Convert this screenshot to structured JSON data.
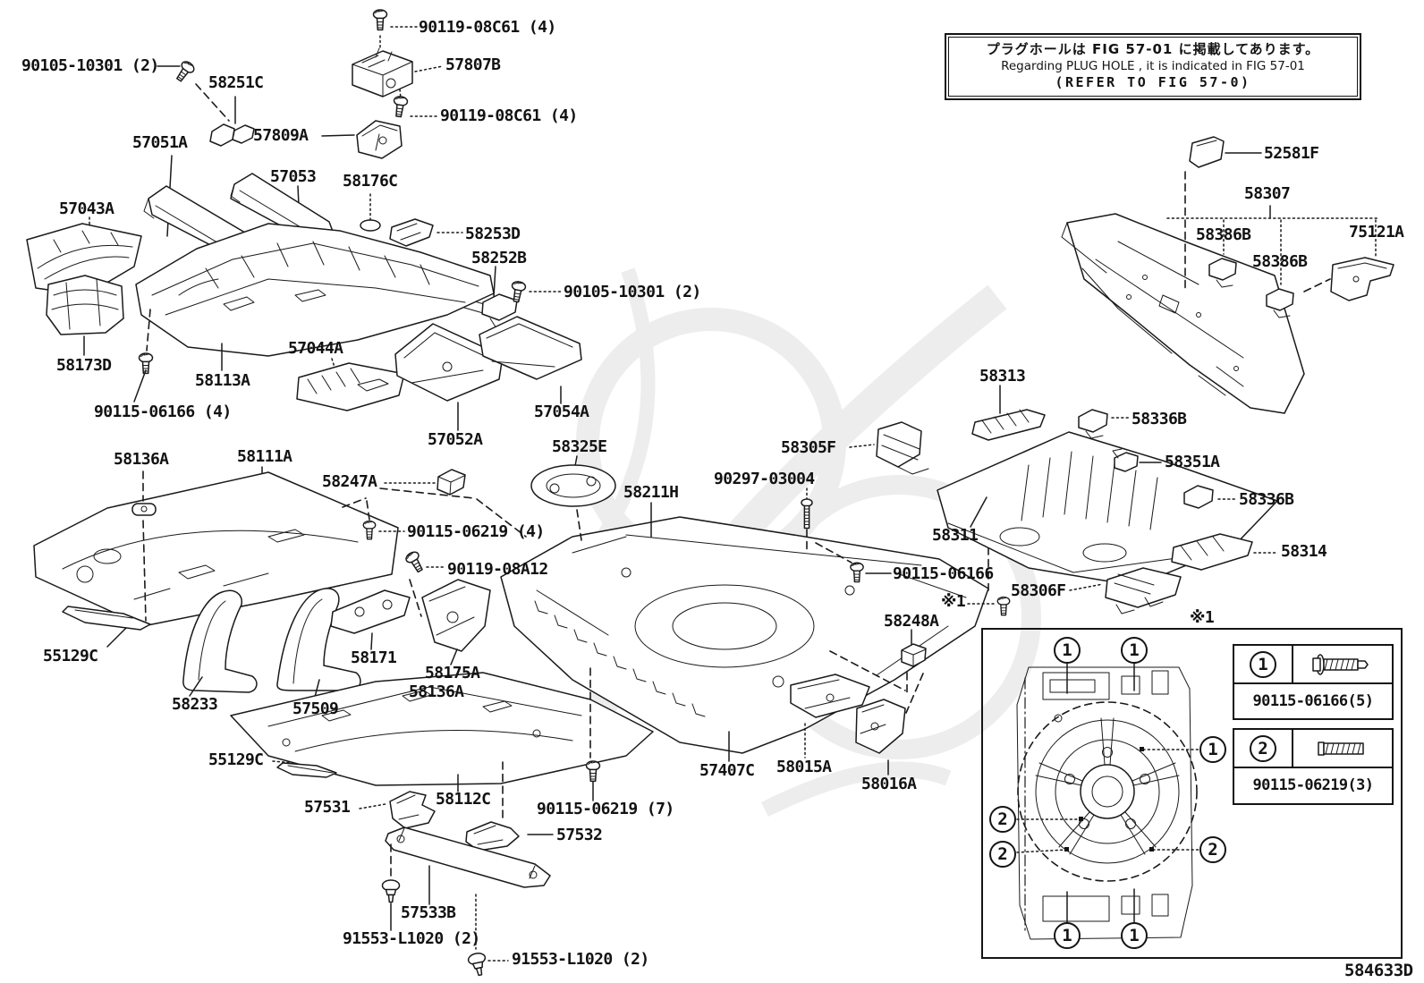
{
  "note": {
    "jp": "プラグホールは FIG 57-01 に掲載してあります。",
    "en": "Regarding  PLUG  HOLE , it is indicated in FIG 57-01",
    "ref": "(REFER TO FIG 57-0)"
  },
  "diagram_code": "584633D",
  "inset": {
    "marker": "※1",
    "callouts": [
      {
        "n": "1"
      },
      {
        "n": "1"
      },
      {
        "n": "1"
      },
      {
        "n": "2"
      },
      {
        "n": "2"
      },
      {
        "n": "2"
      },
      {
        "n": "1"
      },
      {
        "n": "1"
      }
    ],
    "legend": [
      {
        "callout": "1",
        "part_number": "90115-06166(5)",
        "fastener_icon": "flange-bolt-icon"
      },
      {
        "callout": "2",
        "part_number": "90115-06219(3)",
        "fastener_icon": "screw-icon"
      }
    ]
  },
  "labels": [
    {
      "text": "90119-08C61 (4)"
    },
    {
      "text": "57807B"
    },
    {
      "text": "90105-10301 (2)"
    },
    {
      "text": "58251C"
    },
    {
      "text": "90119-08C61 (4)"
    },
    {
      "text": "57809A"
    },
    {
      "text": "57051A"
    },
    {
      "text": "57053"
    },
    {
      "text": "58176C"
    },
    {
      "text": "57043A"
    },
    {
      "text": "58253D"
    },
    {
      "text": "58252B"
    },
    {
      "text": "90105-10301 (2)"
    },
    {
      "text": "57044A"
    },
    {
      "text": "58173D"
    },
    {
      "text": "58113A"
    },
    {
      "text": "90115-06166 (4)"
    },
    {
      "text": "57054A"
    },
    {
      "text": "57052A"
    },
    {
      "text": "58325E"
    },
    {
      "text": "58136A"
    },
    {
      "text": "58111A"
    },
    {
      "text": "58247A"
    },
    {
      "text": "90115-06219 (4)"
    },
    {
      "text": "90119-08A12"
    },
    {
      "text": "55129C"
    },
    {
      "text": "58233"
    },
    {
      "text": "57509"
    },
    {
      "text": "58171"
    },
    {
      "text": "58175A"
    },
    {
      "text": "58136A"
    },
    {
      "text": "55129C"
    },
    {
      "text": "57531"
    },
    {
      "text": "58112C"
    },
    {
      "text": "90115-06219 (7)"
    },
    {
      "text": "57532"
    },
    {
      "text": "57533B"
    },
    {
      "text": "91553-L1020 (2)"
    },
    {
      "text": "91553-L1020 (2)"
    },
    {
      "text": "58211H"
    },
    {
      "text": "90297-03004"
    },
    {
      "text": "58305F"
    },
    {
      "text": "58313"
    },
    {
      "text": "58336B"
    },
    {
      "text": "58351A"
    },
    {
      "text": "58336B"
    },
    {
      "text": "58311"
    },
    {
      "text": "58314"
    },
    {
      "text": "58306F"
    },
    {
      "text": "90115-06166"
    },
    {
      "text": "※1"
    },
    {
      "text": "58248A"
    },
    {
      "text": "58015A"
    },
    {
      "text": "58016A"
    },
    {
      "text": "57407C"
    },
    {
      "text": "52581F"
    },
    {
      "text": "58307"
    },
    {
      "text": "58386B"
    },
    {
      "text": "75121A"
    },
    {
      "text": "58386B"
    },
    {
      "text": "※1"
    }
  ]
}
